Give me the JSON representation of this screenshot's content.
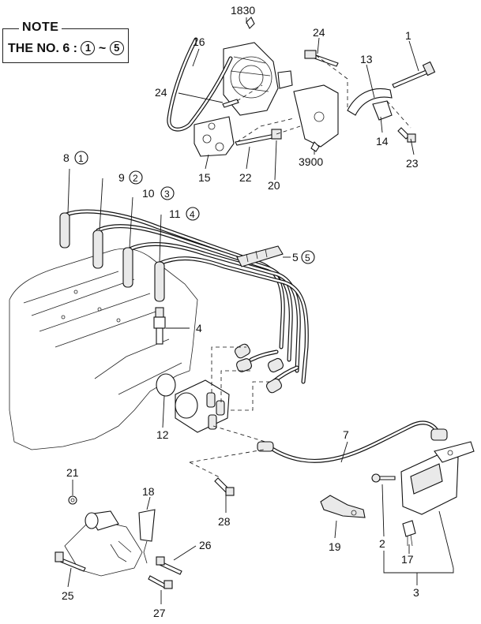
{
  "note": {
    "title": "NOTE",
    "text_prefix": "THE NO. 6 :",
    "range_start": "1",
    "range_sep": "~",
    "range_end": "5"
  },
  "callouts": {
    "p1830": "1830",
    "p24a": "24",
    "p1": "1",
    "p16": "16",
    "p24b": "24",
    "p13": "13",
    "p14": "14",
    "p23": "23",
    "p15": "15",
    "p22": "22",
    "p20": "20",
    "p3900": "3900",
    "p8": "8",
    "p9": "9",
    "p10": "10",
    "p11": "11",
    "p5": "5",
    "p4": "4",
    "p12": "12",
    "p7": "7",
    "p21": "21",
    "p18": "18",
    "p28": "28",
    "p26": "26",
    "p25": "25",
    "p27": "27",
    "p19": "19",
    "p2": "2",
    "p17": "17",
    "p3": "3"
  },
  "circled_refs": {
    "c8": "1",
    "c9": "2",
    "c10": "3",
    "c11": "4",
    "c5": "5"
  }
}
